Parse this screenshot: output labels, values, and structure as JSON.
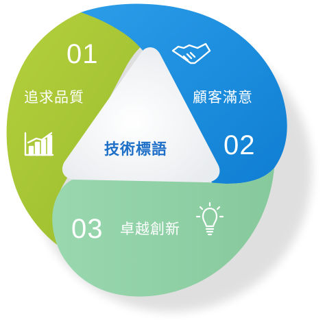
{
  "center": {
    "label": "技術標語"
  },
  "segments": [
    {
      "id": "quality",
      "number": "01",
      "label": "追求品質",
      "icon": "bar-chart-growth-icon",
      "color": "#a7c63a"
    },
    {
      "id": "satisfaction",
      "number": "02",
      "label": "顧客滿意",
      "icon": "handshake-icon",
      "color": "#1d8fe0"
    },
    {
      "id": "innovation",
      "number": "03",
      "label": "卓越創新",
      "icon": "lightbulb-icon",
      "color": "#8fd0a6"
    }
  ],
  "colors": {
    "text_light": "#ffffff",
    "center_text": "#1e6fc8"
  }
}
